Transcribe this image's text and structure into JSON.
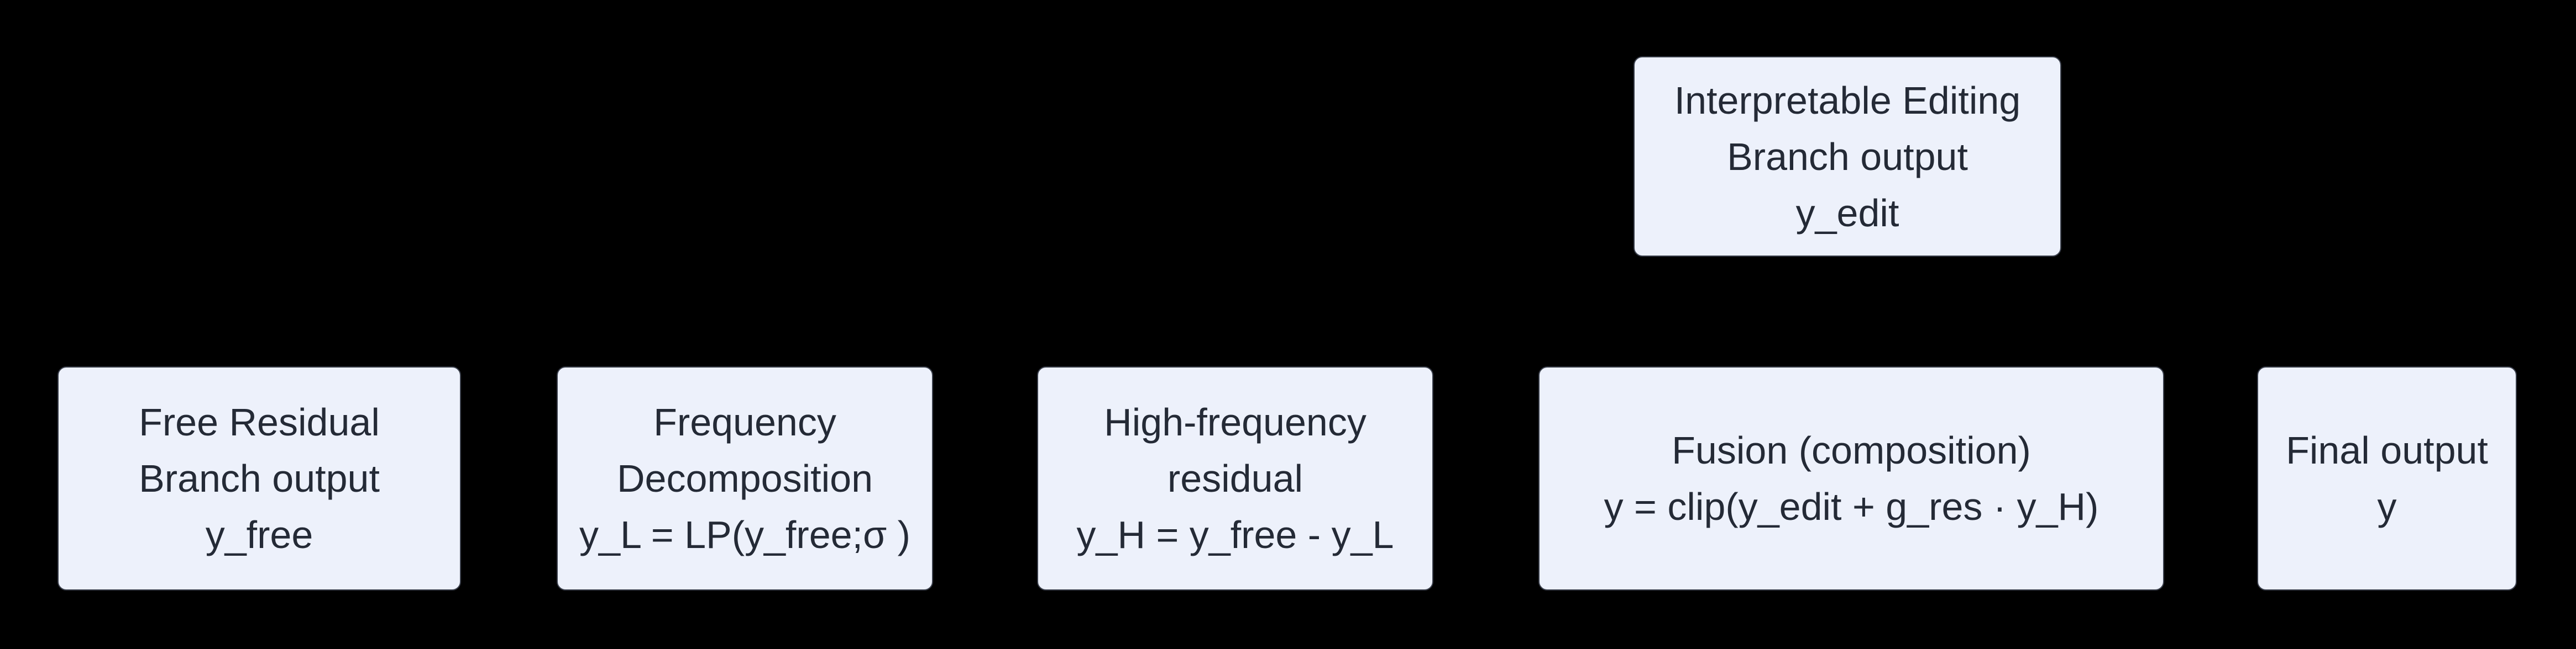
{
  "diagram": {
    "background_color": "#000000",
    "node_fill_color": "#EDF1FB",
    "node_border_color": "#3A3F4B",
    "node_text_color": "#242A36",
    "nodes": [
      {
        "id": "interpretable-editing-branch-output",
        "lines": [
          "Interpretable Editing",
          "Branch output",
          "y_edit"
        ]
      },
      {
        "id": "free-residual-branch-output",
        "lines": [
          "Free Residual",
          "Branch output",
          "y_free"
        ]
      },
      {
        "id": "frequency-decomposition",
        "lines": [
          "Frequency",
          "Decomposition",
          "y_L = LP(y_free;σ )"
        ]
      },
      {
        "id": "high-frequency-residual",
        "lines": [
          "High-frequency",
          "residual",
          "y_H = y_free - y_L"
        ]
      },
      {
        "id": "fusion-composition",
        "lines": [
          "Fusion (composition)",
          "y = clip(y_edit + g_res · y_H)"
        ]
      },
      {
        "id": "final-output",
        "lines": [
          "Final output",
          "y"
        ]
      }
    ]
  }
}
